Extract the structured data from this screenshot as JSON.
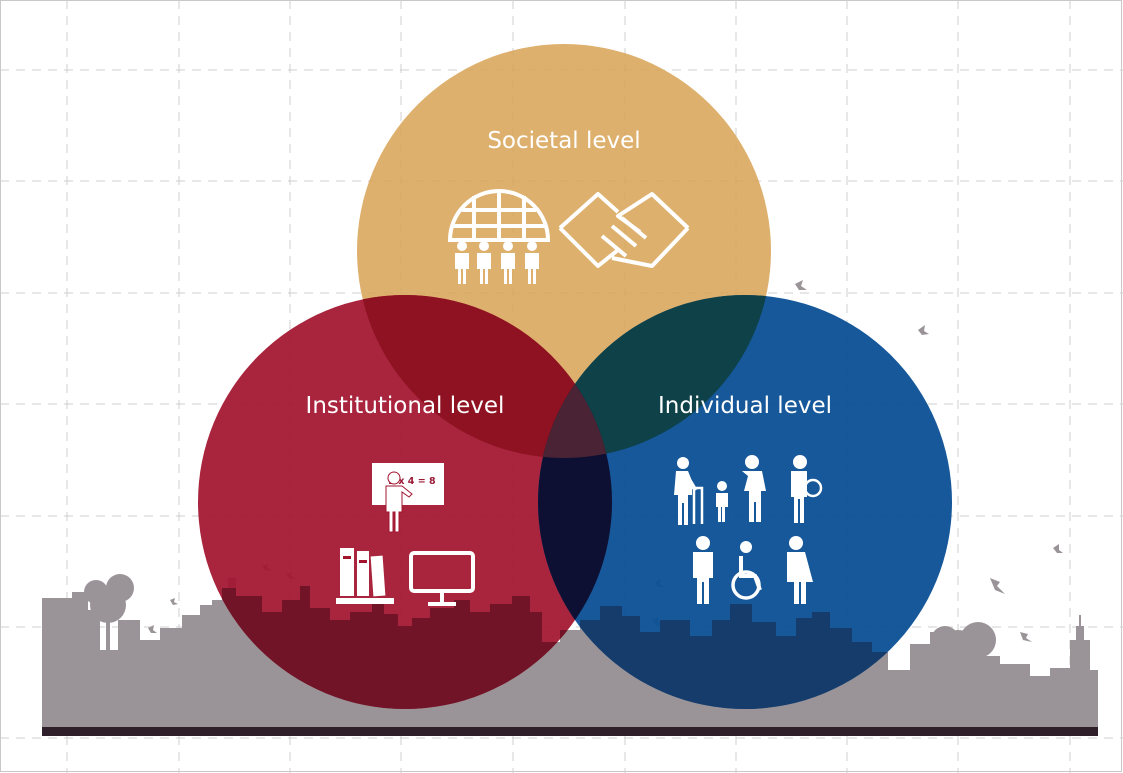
{
  "diagram": {
    "type": "venn",
    "circles": [
      {
        "id": "societal",
        "label": "Societal level",
        "color": "#d9a55a",
        "icons": [
          "globe-people-icon",
          "handshake-icon"
        ]
      },
      {
        "id": "institutional",
        "label": "Institutional level",
        "color": "#a3142f",
        "icons": [
          "teacher-blackboard-icon",
          "books-icon",
          "monitor-icon"
        ],
        "blackboard_text": "2 x 4 = 8"
      },
      {
        "id": "individual",
        "label": "Individual level",
        "color": "#0a4f93",
        "icons": [
          "elderly-walker-icon",
          "parent-child-icon",
          "person-ball-icon",
          "man-icon",
          "wheelchair-icon",
          "woman-icon"
        ]
      }
    ],
    "background": {
      "skyline_color": "#9a9498",
      "ground_color": "#2f1f2b",
      "grid": true
    }
  }
}
